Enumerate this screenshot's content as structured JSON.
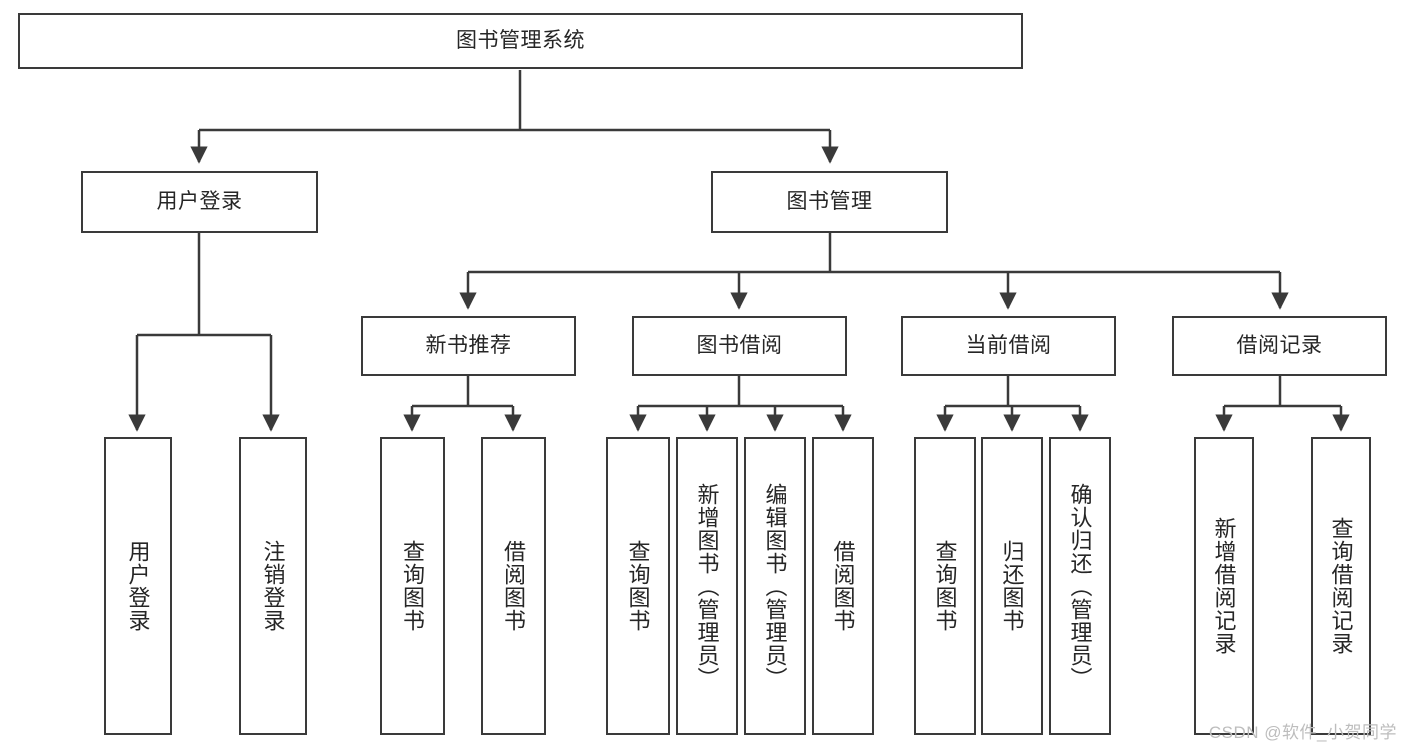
{
  "diagram": {
    "title": "图书管理系统",
    "watermark": "CSDN @软件_小贺同学",
    "line_color": "#3a3a3a",
    "box_border_color": "#3a3a3a",
    "box_fill_color": "#ffffff",
    "text_color": "#262626",
    "root": {
      "label": "图书管理系统"
    },
    "level2": [
      {
        "id": "user-login",
        "label": "用户登录"
      },
      {
        "id": "book-manage",
        "label": "图书管理"
      }
    ],
    "level3": [
      {
        "id": "new-book-recommend",
        "label": "新书推荐"
      },
      {
        "id": "book-borrow",
        "label": "图书借阅"
      },
      {
        "id": "current-borrow",
        "label": "当前借阅"
      },
      {
        "id": "borrow-record",
        "label": "借阅记录"
      }
    ],
    "leaves": {
      "user_login": [
        {
          "id": "leaf-user-login",
          "label": "用户登录"
        },
        {
          "id": "leaf-logout-login",
          "label": "注销登录"
        }
      ],
      "new_book_recommend": [
        {
          "id": "leaf-query-book-1",
          "label": "查询图书"
        },
        {
          "id": "leaf-borrow-book-1",
          "label": "借阅图书"
        }
      ],
      "book_borrow": [
        {
          "id": "leaf-query-book-2",
          "label": "查询图书"
        },
        {
          "id": "leaf-add-book",
          "label": "新增图书（管理员）"
        },
        {
          "id": "leaf-edit-book",
          "label": "编辑图书（管理员）"
        },
        {
          "id": "leaf-borrow-book-2",
          "label": "借阅图书"
        }
      ],
      "current_borrow": [
        {
          "id": "leaf-query-book-3",
          "label": "查询图书"
        },
        {
          "id": "leaf-return-book",
          "label": "归还图书"
        },
        {
          "id": "leaf-confirm-return",
          "label": "确认归还（管理员）"
        }
      ],
      "borrow_record": [
        {
          "id": "leaf-add-record",
          "label": "新增借阅记录"
        },
        {
          "id": "leaf-query-record",
          "label": "查询借阅记录"
        }
      ]
    }
  }
}
